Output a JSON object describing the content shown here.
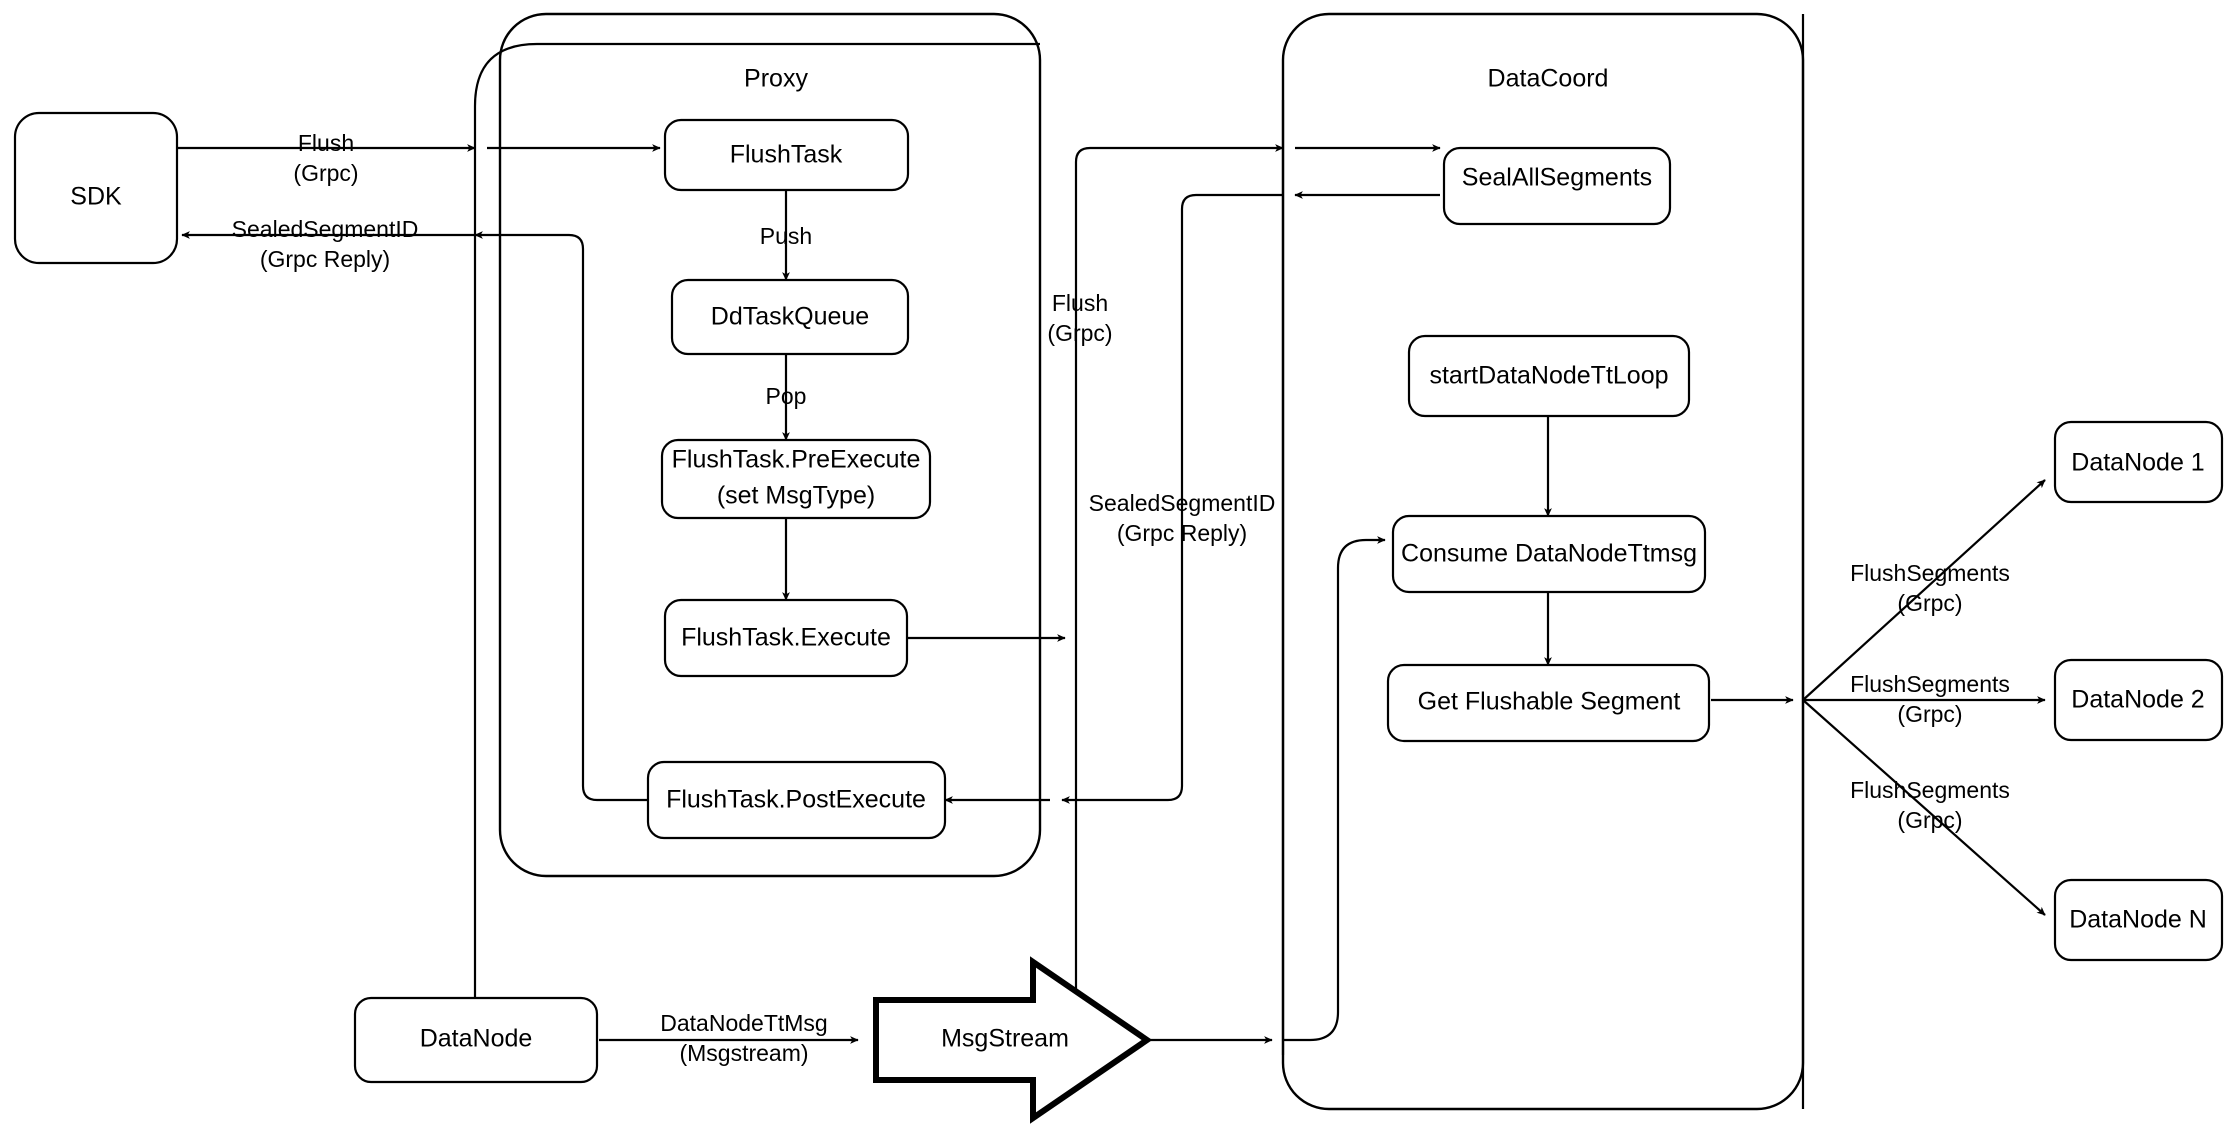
{
  "diagram": {
    "title": "Milvus Flush Data Flow",
    "background_color": "#ffffff",
    "stroke_color": "#000000"
  },
  "containers": [
    {
      "id": "proxy",
      "title": "Proxy"
    },
    {
      "id": "datacoord",
      "title": "DataCoord"
    }
  ],
  "nodes": {
    "sdk": {
      "label": "SDK"
    },
    "flush_task": {
      "label": "FlushTask"
    },
    "dd_task_queue": {
      "label": "DdTaskQueue"
    },
    "pre_execute_line1": {
      "label": "FlushTask.PreExecute"
    },
    "pre_execute_line2": {
      "label": "(set MsgType)"
    },
    "execute": {
      "label": "FlushTask.Execute"
    },
    "post_execute": {
      "label": "FlushTask.PostExecute"
    },
    "seal_all_segments": {
      "label": "SealAllSegments"
    },
    "start_tt_loop": {
      "label": "startDataNodeTtLoop"
    },
    "consume_ttmsg": {
      "label": "Consume DataNodeTtmsg"
    },
    "get_flushable": {
      "label": "Get Flushable Segment"
    },
    "datanode_1": {
      "label": "DataNode 1"
    },
    "datanode_2": {
      "label": "DataNode 2"
    },
    "datanode_n": {
      "label": "DataNode N"
    },
    "datanode_bottom": {
      "label": "DataNode"
    },
    "msgstream": {
      "label": "MsgStream"
    }
  },
  "edge_labels": {
    "sdk_to_proxy_l1": "Flush",
    "sdk_to_proxy_l2": "(Grpc)",
    "proxy_to_sdk_l1": "SealedSegmentID",
    "proxy_to_sdk_l2": "(Grpc Reply)",
    "push": "Push",
    "pop": "Pop",
    "proxy_to_coord_l1": "Flush",
    "proxy_to_coord_l2": "(Grpc)",
    "coord_to_proxy_l1": "SealedSegmentID",
    "coord_to_proxy_l2": "(Grpc Reply)",
    "datanode_ttmsg_l1": "DataNodeTtMsg",
    "datanode_ttmsg_l2": "(Msgstream)",
    "flush_segments_1_l1": "FlushSegments",
    "flush_segments_1_l2": "(Grpc)",
    "flush_segments_2_l1": "FlushSegments",
    "flush_segments_2_l2": "(Grpc)",
    "flush_segments_n_l1": "FlushSegments",
    "flush_segments_n_l2": "(Grpc)"
  }
}
